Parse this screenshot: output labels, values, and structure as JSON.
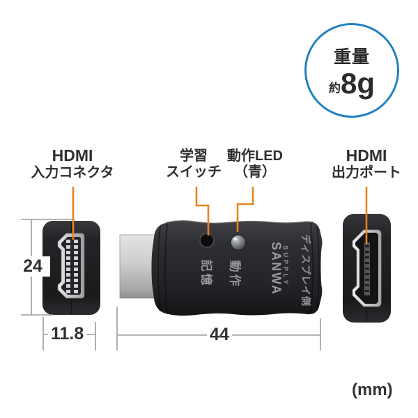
{
  "weight_badge": {
    "title": "重量",
    "approx": "約",
    "value": "8g"
  },
  "labels": {
    "input": {
      "line1": "HDMI",
      "line2": "入力コネクタ"
    },
    "switch": {
      "line1": "学習",
      "line2": "スイッチ"
    },
    "led": {
      "line1": "動作LED",
      "line2": "（青）"
    },
    "output": {
      "line1": "HDMI",
      "line2": "出力ポート"
    }
  },
  "device": {
    "button_label": "記憶",
    "led_label": "動作",
    "brand": "SANWA",
    "brand_sub": "SUPPLY",
    "side_note": "ディスプレイ側"
  },
  "dimensions": {
    "height": "24",
    "input_width": "11.8",
    "body_width": "44",
    "unit": "(mm)"
  },
  "colors": {
    "leader_orange": "#E8831D",
    "badge_blue": "#2282C0",
    "dimension_gray": "#9C9C9C"
  }
}
